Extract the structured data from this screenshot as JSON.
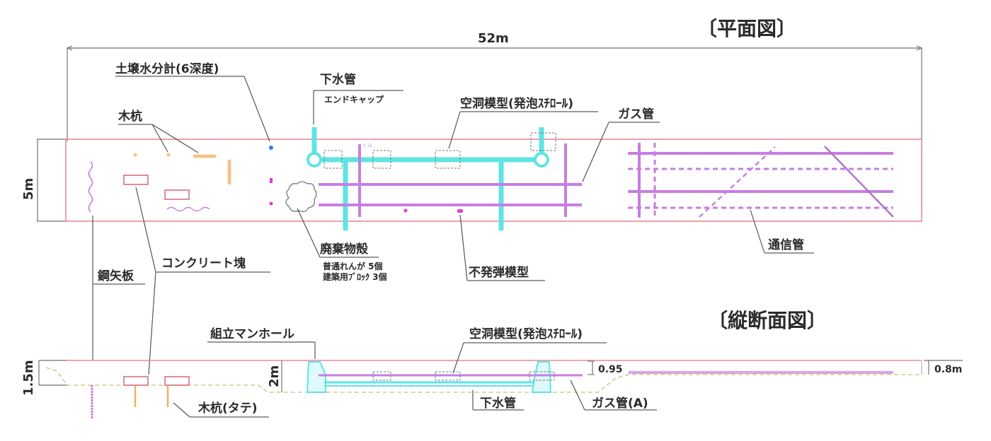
{
  "titles": {
    "plan": "〔平面図〕",
    "section": "〔縦断面図〕"
  },
  "dimensions": {
    "length": "52m",
    "width": "5m",
    "depth": "1.5m",
    "manhole_depth": "2m",
    "gas_depth": "0.95",
    "right_depth": "0.8m"
  },
  "plan_labels": {
    "soil_moisture": "土壌水分計(6深度)",
    "wood_pile": "木杭",
    "sewer": "下水管",
    "end_cap": "エンドキャップ",
    "cavity_model": "空洞模型(発泡ｽﾁﾛｰﾙ)",
    "gas_pipe": "ガス管",
    "small_tag": "ｶﾞｽ2",
    "waste_shell": "廃棄物殻",
    "waste_detail_1": "普通れんが 5個",
    "waste_detail_2": "建築用ﾌﾞﾛｯｸ 3個",
    "ubx_model": "不発弾模型",
    "telecom_pipe": "通信管",
    "steel_sheet": "鋼矢板",
    "concrete_block": "コンクリート塊"
  },
  "section_labels": {
    "manhole": "組立マンホール",
    "cavity_model": "空洞模型(発泡ｽﾁﾛｰﾙ)",
    "wood_pile_vertical": "木杭(タテ)",
    "sewer": "下水管",
    "gas_pipe_a": "ガス管(A)"
  },
  "colors": {
    "boundary": "#e88a96",
    "gas_pipe": "#c77ee0",
    "sewer_pipe": "#5fe3e3",
    "wood_pile": "#f0c48a",
    "concrete": "#d9707f",
    "sensor_blue": "#2f7fe0",
    "sensor_magenta": "#e23ad8"
  }
}
